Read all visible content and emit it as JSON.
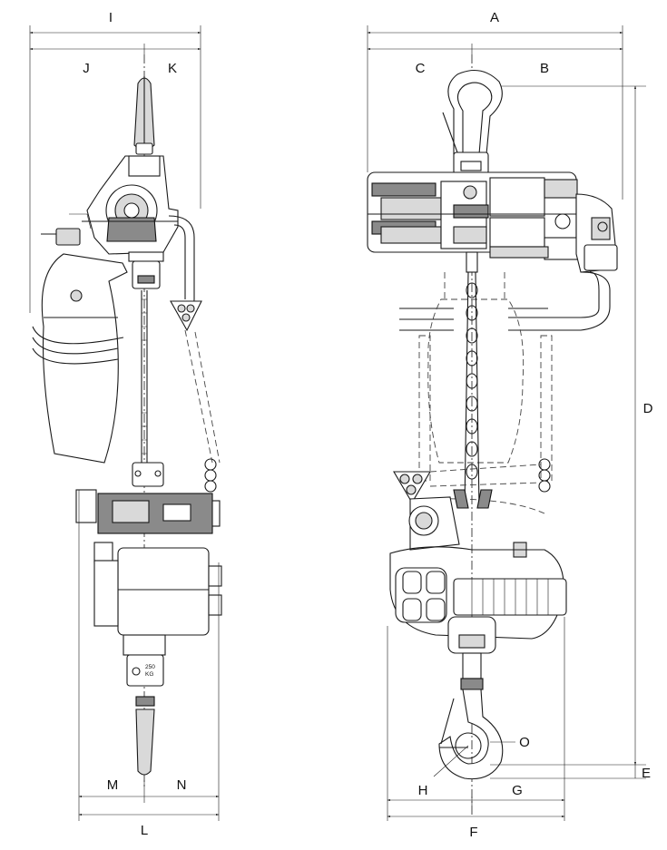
{
  "dimensions": {
    "A": "A",
    "B": "B",
    "C": "C",
    "D": "D",
    "E": "E",
    "F": "F",
    "G": "G",
    "H": "H",
    "I": "I",
    "J": "J",
    "K": "K",
    "L": "L",
    "M": "M",
    "N": "N",
    "O": "O"
  },
  "capacity_label": {
    "line1": "250",
    "line2": "KG"
  }
}
